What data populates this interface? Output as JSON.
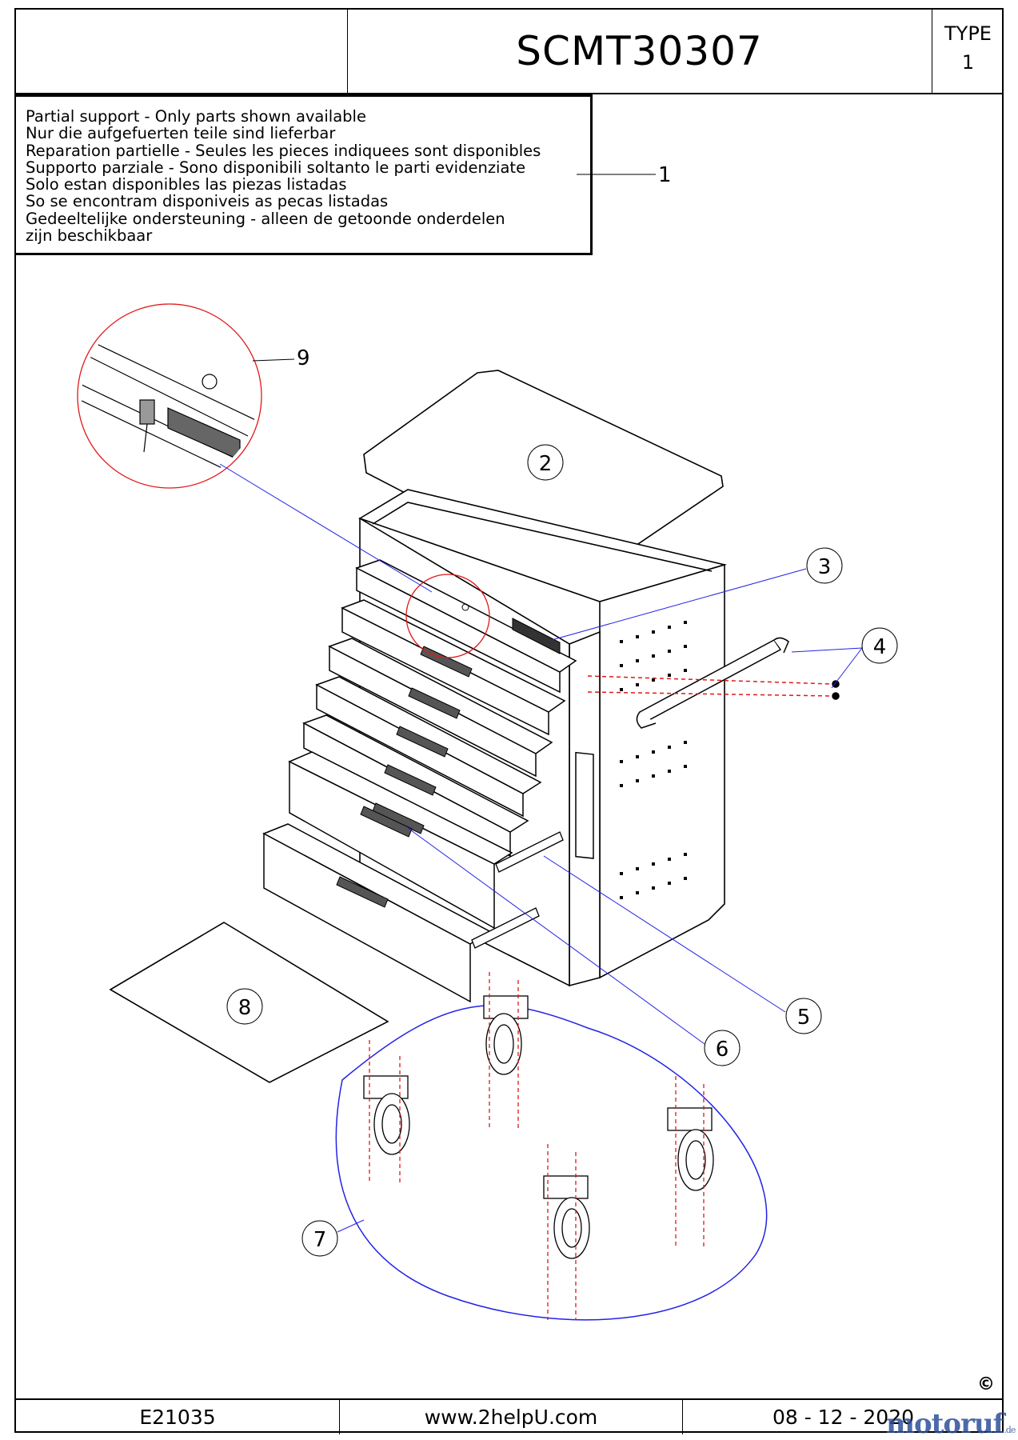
{
  "header": {
    "title": "SCMT30307",
    "type_label": "TYPE",
    "type_value": "1"
  },
  "notice": {
    "lines": [
      "Partial support - Only parts shown available",
      "Nur die aufgefuerten teile sind lieferbar",
      "Reparation partielle - Seules les pieces indiquees sont disponibles",
      "Supporto parziale - Sono disponibili soltanto le parti evidenziate",
      "Solo estan disponibles las piezas listadas",
      "So se encontram disponiveis as pecas listadas",
      "Gedeeltelijke ondersteuning - alleen de getoonde onderdelen",
      "zijn beschikbaar"
    ]
  },
  "callouts": {
    "c1": "1",
    "c2": "2",
    "c3": "3",
    "c4": "4",
    "c5": "5",
    "c6": "6",
    "c7": "7",
    "c8": "8",
    "c9": "9"
  },
  "footer": {
    "code": "E21035",
    "website": "www.2helpU.com",
    "date": "08 - 12 - 2020"
  },
  "copyright_symbol": "©",
  "watermark": {
    "name": "motoruf",
    "suffix": ".de"
  },
  "colors": {
    "leader_blue": "#2323e6",
    "highlight_red": "#e01818",
    "ink": "#000000"
  }
}
